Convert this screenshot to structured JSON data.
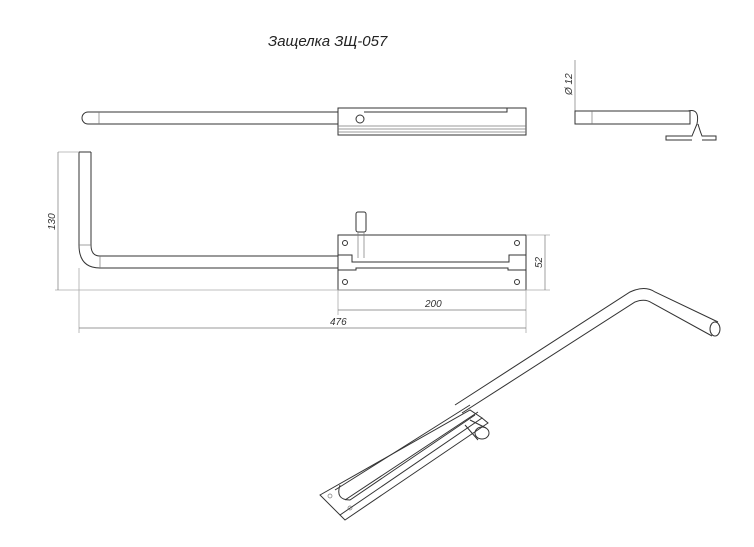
{
  "title": "Защелка ЗЩ-057",
  "dimensions": {
    "height": "130",
    "plate_height": "52",
    "plate_length": "200",
    "total_length": "476",
    "diameter": "Ø 12"
  }
}
